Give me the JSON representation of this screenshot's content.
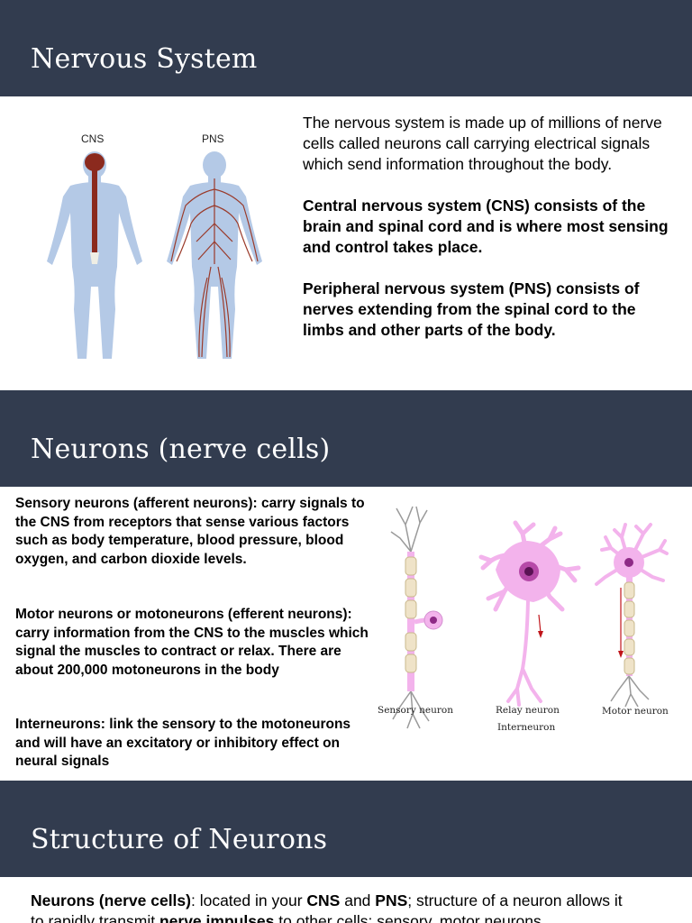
{
  "sections": {
    "nervous_system": {
      "title": "Nervous System",
      "figure_labels": {
        "cns": "CNS",
        "pns": "PNS"
      },
      "intro": "The nervous system is made up of millions of nerve cells called neurons call carrying electrical signals which send information throughout the body.",
      "cns": "Central nervous system (CNS) consists of the brain and spinal cord and is where most sensing and control takes place.",
      "pns": "Peripheral nervous system (PNS) consists of nerves extending from the spinal cord to the limbs and other parts of the body."
    },
    "neurons": {
      "title": "Neurons (nerve cells)",
      "sensory": "Sensory neurons (afferent neurons): carry signals to the CNS from receptors that sense various factors such as body temperature, blood pressure, blood oxygen, and carbon dioxide levels.",
      "motor": "Motor neurons or motoneurons (efferent neurons): carry information from the CNS to the muscles which signal the muscles to contract or relax. There are about 200,000 motoneurons in the body",
      "inter": "Interneurons: link the sensory to the motoneurons and will have an excitatory or inhibitory effect on neural signals",
      "figure_labels": {
        "sensory": "Sensory neuron",
        "relay": "Relay neuron",
        "interneuron": "Interneuron",
        "motor": "Motor neuron"
      }
    },
    "structure": {
      "title": "Structure of Neurons",
      "line1": {
        "term": "Neurons (nerve cells)",
        "t1": ": located in your ",
        "cns": "CNS",
        "t2": " and ",
        "pns": "PNS",
        "t3": ";  structure of a neuron allows it"
      },
      "line2": {
        "t1": "to rapidly transmit ",
        "nerve": "nerve impulses",
        "t2": " to other cells: sensory, motor neurons"
      }
    }
  },
  "colors": {
    "band": "#323c4f",
    "body_blue": "#b4c9e6",
    "nerve_red": "#8b2a1e",
    "neuron_pink": "#f3b3ec",
    "nucleus": "#8e2a86"
  }
}
